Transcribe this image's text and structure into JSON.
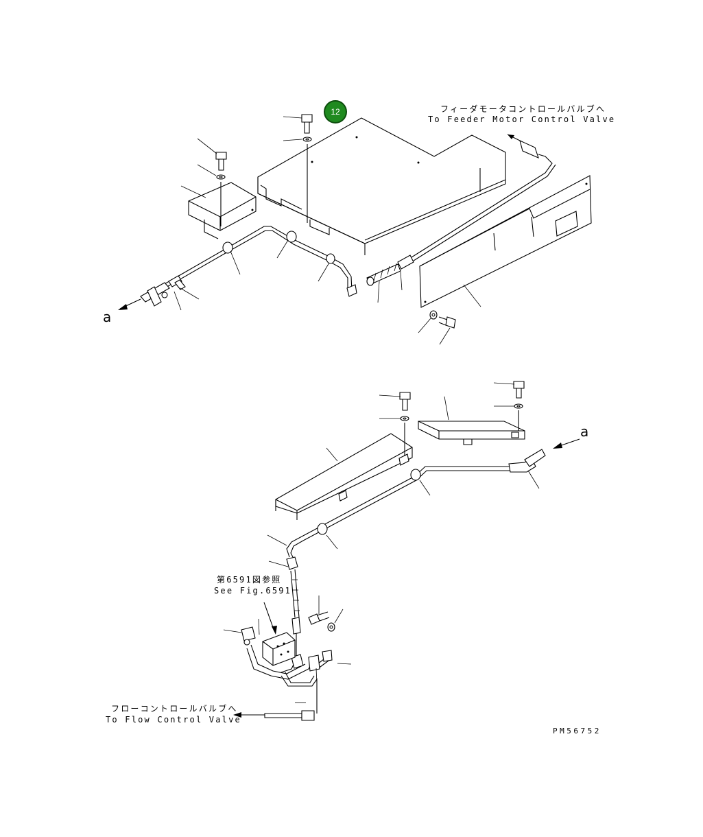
{
  "callout": {
    "number": "12",
    "color": "#1f8a1f"
  },
  "labels": {
    "feeder_jp": "フィーダモータコントロールバルブへ",
    "feeder_en": "To Feeder Motor Control Valve",
    "ref_jp": "第6591図参照",
    "ref_en": "See Fig.6591",
    "flow_jp": "フローコントロールバルブへ",
    "flow_en": "To Flow Control Valve",
    "connector_top": "a",
    "connector_bottom": "a",
    "drawing_no": "PM56752"
  }
}
